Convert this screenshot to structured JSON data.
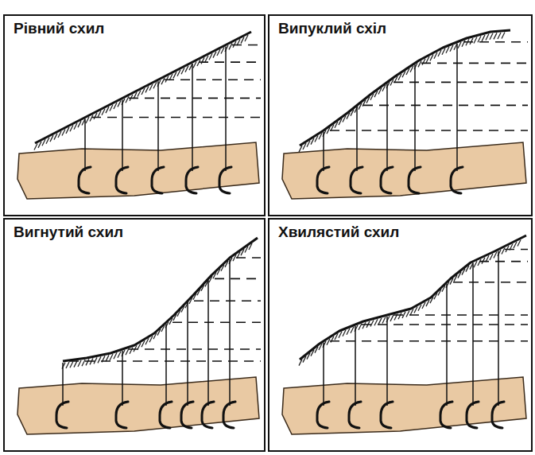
{
  "diagram": {
    "nodes": [
      {
        "text": [
          "Рівний схил"
        ]
      },
      {
        "text": [
          "Випуклий схіл"
        ]
      },
      {
        "text": [
          "Вигнутий схил"
        ]
      },
      {
        "text": [
          "Хвилястий схил"
        ]
      }
    ]
  }
}
